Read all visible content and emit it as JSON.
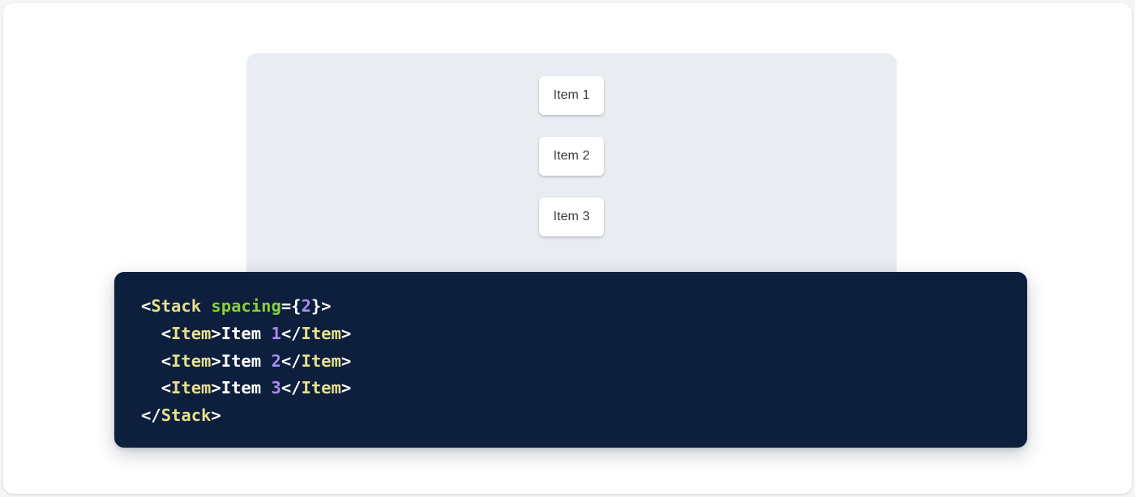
{
  "theme": {
    "page_bg": "#f4f5f7",
    "card_bg": "#ffffff",
    "panel_bg": "#e9ecf1",
    "code_bg": "#0d1f3c",
    "code_tag_color": "#e6e08a",
    "code_attr_color": "#89d13d",
    "code_number_color": "#ad8bf0",
    "code_text_color": "#ffffff",
    "item_text_color": "#3c3c3c"
  },
  "preview": {
    "items": [
      {
        "label": "Item 1"
      },
      {
        "label": "Item 2"
      },
      {
        "label": "Item 3"
      }
    ]
  },
  "code": {
    "language": "jsx",
    "lines": [
      {
        "indent": "",
        "tokens": [
          {
            "t": "<",
            "k": "punct"
          },
          {
            "t": "Stack",
            "k": "tag"
          },
          {
            "t": " ",
            "k": "punct"
          },
          {
            "t": "spacing",
            "k": "attr"
          },
          {
            "t": "={",
            "k": "punct"
          },
          {
            "t": "2",
            "k": "num"
          },
          {
            "t": "}>",
            "k": "punct"
          }
        ]
      },
      {
        "indent": "  ",
        "tokens": [
          {
            "t": "<",
            "k": "punct"
          },
          {
            "t": "Item",
            "k": "tag"
          },
          {
            "t": ">",
            "k": "punct"
          },
          {
            "t": "Item ",
            "k": "text"
          },
          {
            "t": "1",
            "k": "num"
          },
          {
            "t": "</",
            "k": "punct"
          },
          {
            "t": "Item",
            "k": "tag"
          },
          {
            "t": ">",
            "k": "punct"
          }
        ]
      },
      {
        "indent": "  ",
        "tokens": [
          {
            "t": "<",
            "k": "punct"
          },
          {
            "t": "Item",
            "k": "tag"
          },
          {
            "t": ">",
            "k": "punct"
          },
          {
            "t": "Item ",
            "k": "text"
          },
          {
            "t": "2",
            "k": "num"
          },
          {
            "t": "</",
            "k": "punct"
          },
          {
            "t": "Item",
            "k": "tag"
          },
          {
            "t": ">",
            "k": "punct"
          }
        ]
      },
      {
        "indent": "  ",
        "tokens": [
          {
            "t": "<",
            "k": "punct"
          },
          {
            "t": "Item",
            "k": "tag"
          },
          {
            "t": ">",
            "k": "punct"
          },
          {
            "t": "Item ",
            "k": "text"
          },
          {
            "t": "3",
            "k": "num"
          },
          {
            "t": "</",
            "k": "punct"
          },
          {
            "t": "Item",
            "k": "tag"
          },
          {
            "t": ">",
            "k": "punct"
          }
        ]
      },
      {
        "indent": "",
        "tokens": [
          {
            "t": "</",
            "k": "punct"
          },
          {
            "t": "Stack",
            "k": "tag"
          },
          {
            "t": ">",
            "k": "punct"
          }
        ]
      }
    ]
  }
}
